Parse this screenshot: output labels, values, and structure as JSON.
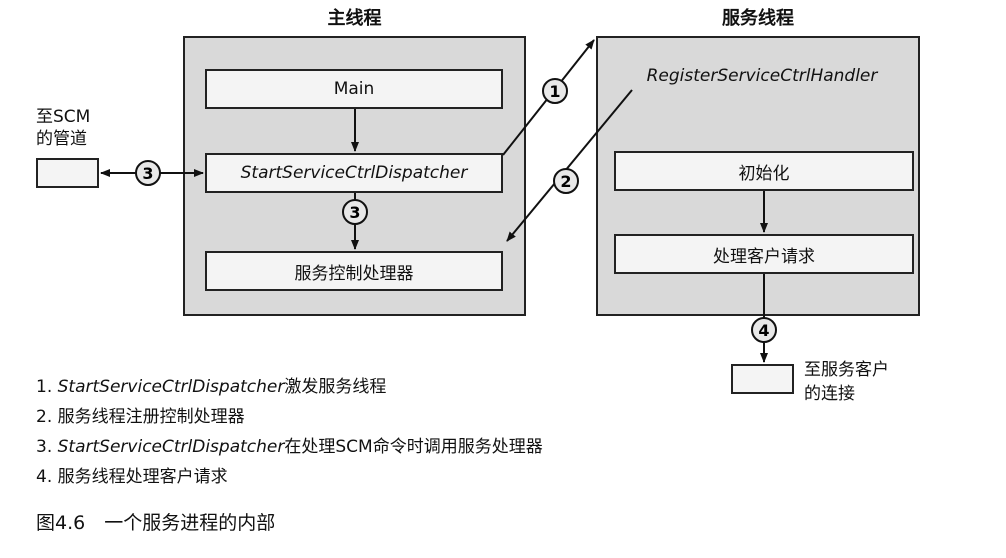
{
  "main_thread": {
    "title": "主线程",
    "boxes": {
      "main": "Main",
      "dispatcher": "StartServiceCtrlDispatcher",
      "ctrl_handler": "服务控制处理器"
    }
  },
  "service_thread": {
    "title": "服务线程",
    "register_label": "RegisterServiceCtrlHandler",
    "boxes": {
      "init": "初始化",
      "process": "处理客户请求"
    }
  },
  "scm": {
    "label": "至SCM\n的管道"
  },
  "client": {
    "label": "至服务客户\n的连接"
  },
  "circles": [
    "1",
    "2",
    "3",
    "3",
    "4"
  ],
  "list": [
    {
      "num": "1.",
      "italic": "StartServiceCtrlDispatcher",
      "text": "激发服务线程"
    },
    {
      "num": "2.",
      "italic": "",
      "text": "服务线程注册控制处理器"
    },
    {
      "num": "3.",
      "italic": "StartServiceCtrlDispatcher",
      "text": "在处理SCM命令时调用服务处理器"
    },
    {
      "num": "4.",
      "italic": "",
      "text": "服务线程处理客户请求"
    }
  ],
  "caption": "图4.6　一个服务进程的内部"
}
